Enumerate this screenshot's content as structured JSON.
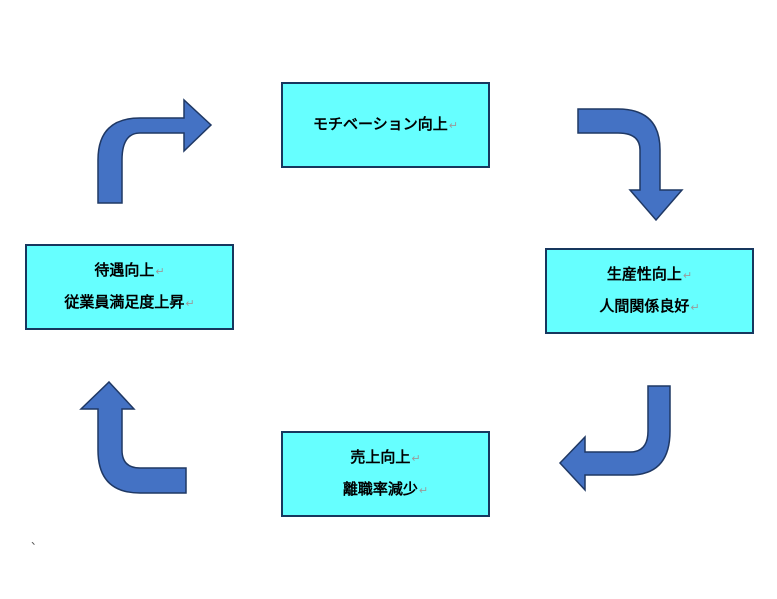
{
  "cycle": {
    "top": {
      "lines": [
        "モチベーション向上"
      ]
    },
    "right": {
      "lines": [
        "生産性向上",
        "人間関係良好"
      ]
    },
    "bottom": {
      "lines": [
        "売上向上",
        "離職率減少"
      ]
    },
    "left": {
      "lines": [
        "待遇向上",
        "従業員満足度上昇"
      ]
    }
  },
  "paragraph_mark": "↵",
  "stray_mark": "、",
  "colors": {
    "box_fill": "#66ffff",
    "box_border": "#17375e",
    "arrow_fill": "#4472c4",
    "arrow_stroke": "#1f3864"
  }
}
